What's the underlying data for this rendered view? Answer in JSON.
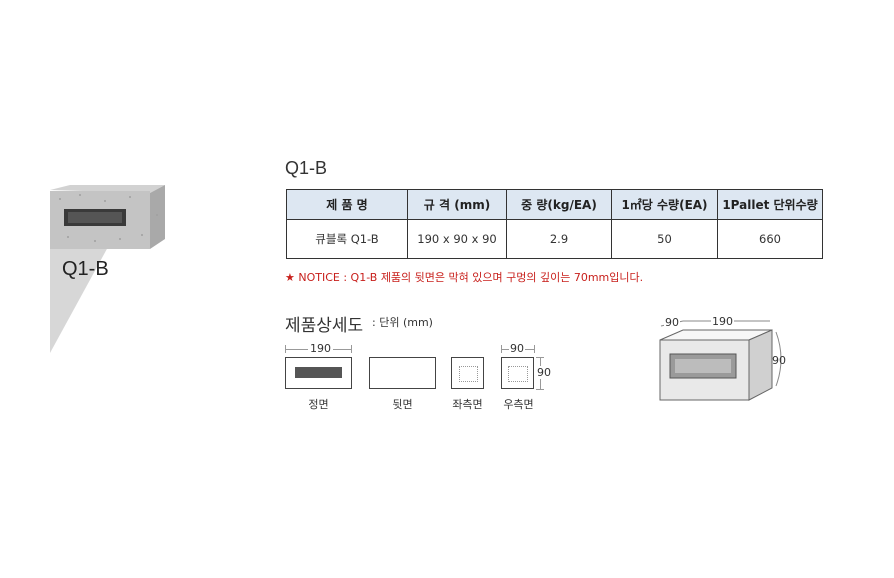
{
  "hero": {
    "label": "Q1-B"
  },
  "title": "Q1-B",
  "spec_table": {
    "headers": [
      "제 품 명",
      "규 격 (mm)",
      "중 량(kg/EA)",
      "1㎡당 수량(EA)",
      "1Pallet 단위수량"
    ],
    "row": [
      "큐블록 Q1-B",
      "190 x 90 x 90",
      "2.9",
      "50",
      "660"
    ]
  },
  "notice": "★ NOTICE : Q1-B 제품의 뒷면은 막혀 있으며 구멍의 깊이는 70mm입니다.",
  "detail": {
    "title": "제품상세도",
    "unit": ": 단위 (mm)",
    "front": {
      "dim": "190",
      "caption": "정면"
    },
    "back": {
      "caption": "뒷면"
    },
    "left": {
      "caption": "좌측면"
    },
    "right": {
      "dim_w": "90",
      "dim_h": "90",
      "caption": "우측면"
    },
    "iso": {
      "dim_depth": "90",
      "dim_length": "190",
      "dim_height": "90"
    }
  },
  "colors": {
    "header_bg": "#dde7f2",
    "notice": "#c8201c"
  }
}
